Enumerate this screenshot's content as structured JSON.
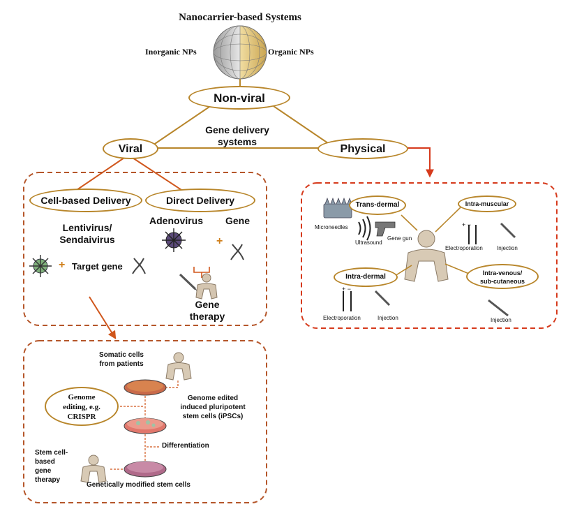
{
  "title": "Nanocarrier-based Systems",
  "sphere": {
    "left_label": "Inorganic NPs",
    "right_label": "Organic NPs"
  },
  "nonviral": "Non-viral",
  "center_label": "Gene delivery\nsystems",
  "viral": "Viral",
  "physical": "Physical",
  "viral_panel": {
    "cell_based": "Cell-based Delivery",
    "direct": "Direct Delivery",
    "lentivirus": "Lentivirus/\nSendaivirus",
    "target_gene": "Target gene",
    "adenovirus": "Adenovirus",
    "gene": "Gene",
    "plus": "+",
    "gene_therapy": "Gene\ntherapy"
  },
  "physical_panel": {
    "trans_dermal": "Trans-dermal",
    "intra_muscular": "Intra-muscular",
    "intra_dermal": "Intra-dermal",
    "intra_venous": "Intra-venous/\nsub-cutaneous",
    "microneedles": "Microneedles",
    "ultrasound": "Ultrasound",
    "gene_gun": "Gene gun",
    "electroporation": "Electroporation",
    "injection": "Injection"
  },
  "stem_panel": {
    "somatic": "Somatic cells\nfrom patients",
    "genome_editing": "Genome\nediting, e.g.\nCRISPR",
    "ipsc": "Genome edited\ninduced pluripotent\nstem cells (iPSCs)",
    "differentiation": "Differentiation",
    "stem_therapy": "Stem cell-\nbased\ngene\ntherapy",
    "modified": "Genetically modified stem cells"
  },
  "colors": {
    "accent_line": "#b8862b",
    "dash": "#b5562a",
    "arrow": "#d0561c",
    "physical_arrow": "#d63a1c"
  }
}
